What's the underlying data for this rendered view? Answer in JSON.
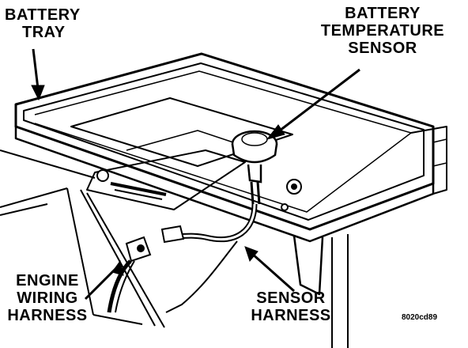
{
  "labels": {
    "battery_tray": [
      "BATTERY",
      "TRAY"
    ],
    "battery_temperature_sensor": [
      "BATTERY",
      "TEMPERATURE",
      "SENSOR"
    ],
    "engine_wiring_harness": [
      "ENGINE",
      "WIRING",
      "HARNESS"
    ],
    "sensor_harness": [
      "SENSOR",
      "HARNESS"
    ]
  },
  "figure_code": "8020cd89",
  "colors": {
    "ink": "#000000",
    "paper": "#ffffff"
  }
}
